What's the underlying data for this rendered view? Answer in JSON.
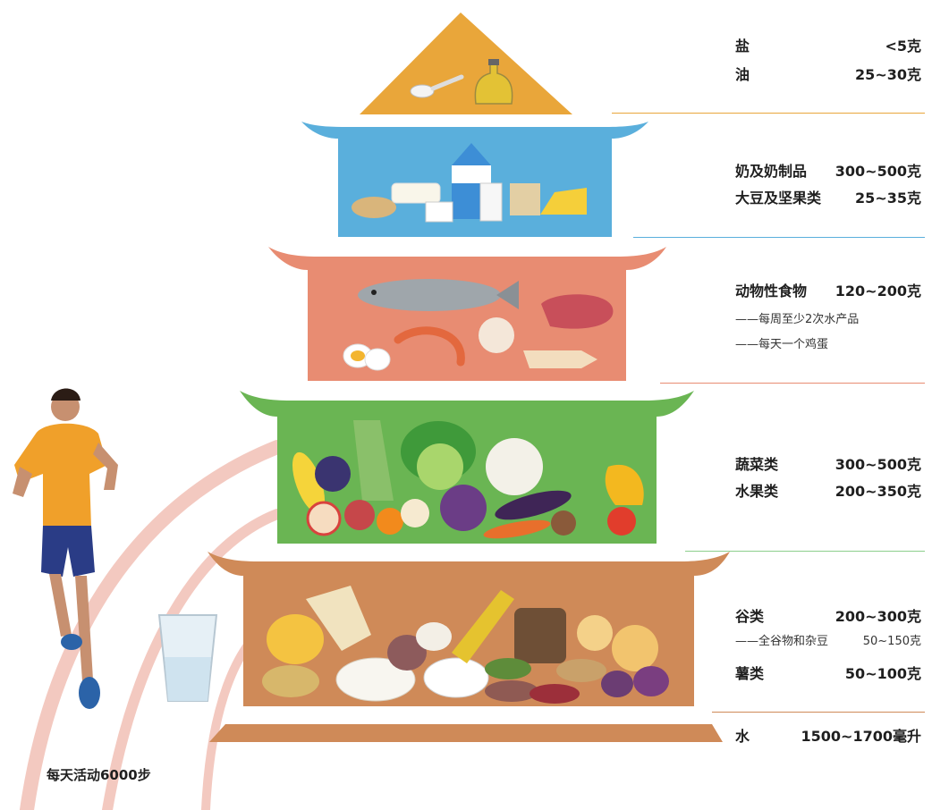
{
  "colors": {
    "tier_top": "#e9a63a",
    "tier_dairy": "#5aafdc",
    "tier_animal": "#e88c72",
    "tier_veg": "#6ab553",
    "tier_grain": "#cf8a58",
    "water_bar": "#cf8a58",
    "track": "#f3c9c0",
    "rule_top": "#e9a63a",
    "rule_dairy": "#5aafdc",
    "rule_animal": "#e88c72",
    "rule_veg": "#8ccf8c",
    "rule_grain": "#cf8a58"
  },
  "tiers": {
    "top": {
      "items": [
        {
          "label": "盐",
          "value": "<5克"
        },
        {
          "label": "油",
          "value": "25~30克"
        }
      ]
    },
    "dairy": {
      "items": [
        {
          "label": "奶及奶制品",
          "value": "300~500克"
        },
        {
          "label": "大豆及坚果类",
          "value": "25~35克"
        }
      ]
    },
    "animal": {
      "label": "动物性食物",
      "value": "120~200克",
      "notes": [
        "——每周至少2次水产品",
        "——每天一个鸡蛋"
      ]
    },
    "veg": {
      "items": [
        {
          "label": "蔬菜类",
          "value": "300~500克"
        },
        {
          "label": "水果类",
          "value": "200~350克"
        }
      ]
    },
    "grain": {
      "label": "谷类",
      "value": "200~300克",
      "sub_label": "——全谷物和杂豆",
      "sub_value": "50~150克",
      "label2": "薯类",
      "value2": "50~100克"
    },
    "water": {
      "label": "水",
      "value": "1500~1700毫升"
    }
  },
  "activity": "每天活动6000步",
  "icons": [
    "spoon-icon",
    "oil-bottle-icon",
    "milk-carton-icon",
    "fish-icon",
    "vegetables-icon",
    "grains-icon",
    "water-glass-icon",
    "runner-icon"
  ]
}
